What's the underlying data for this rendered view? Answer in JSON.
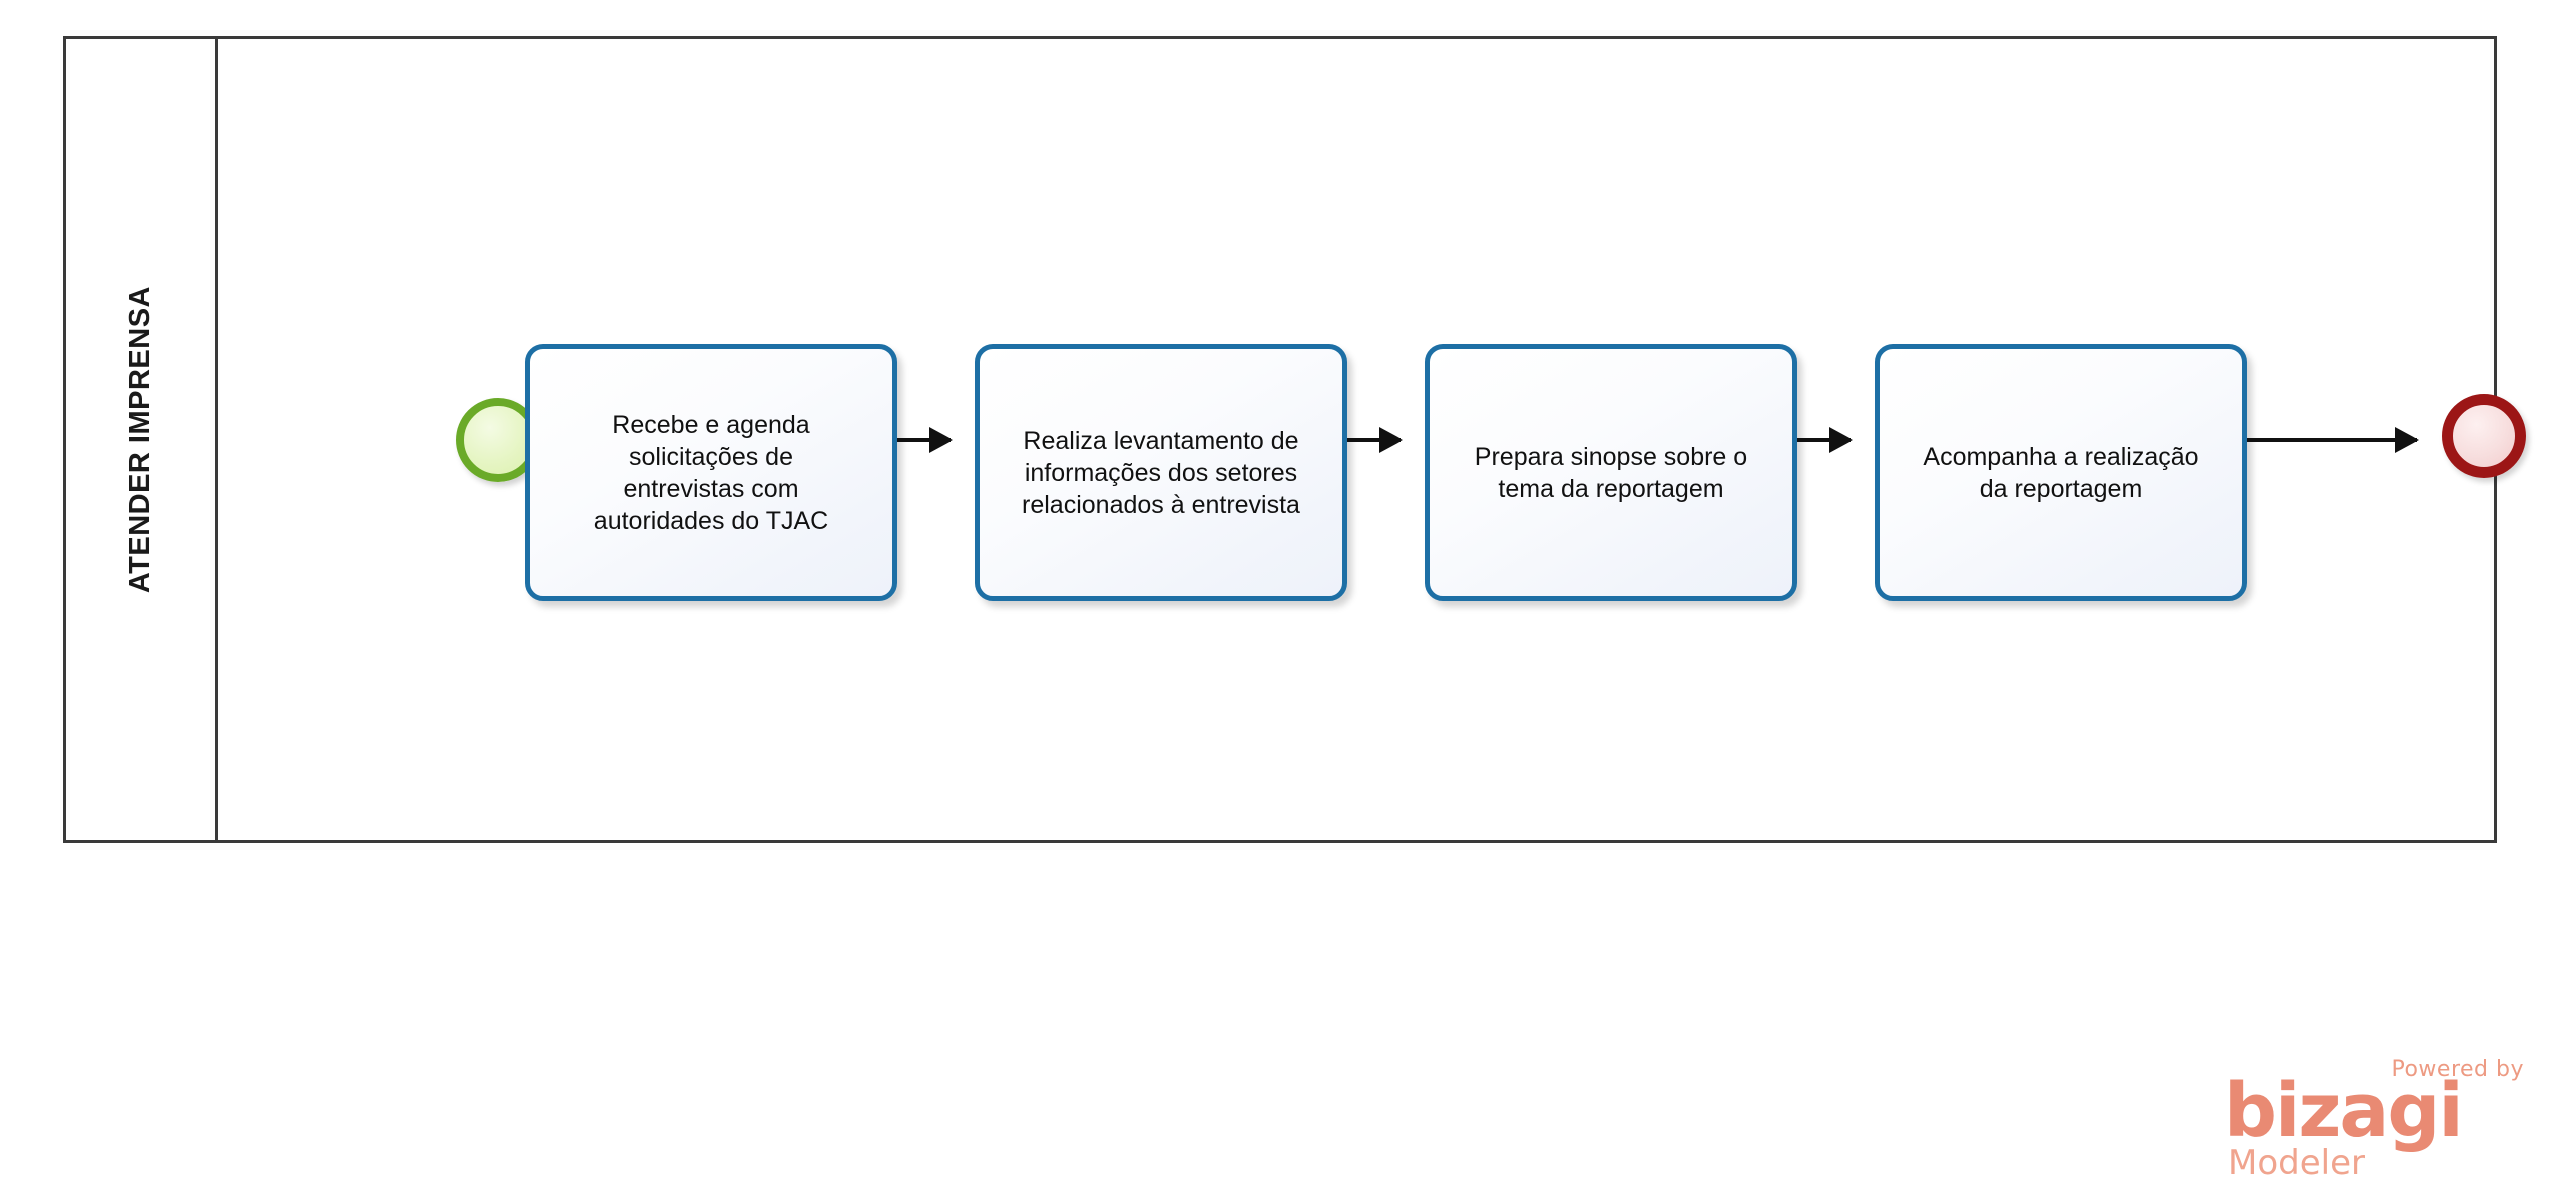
{
  "diagram": {
    "type": "bpmn-process-diagram",
    "pool": {
      "lane_label": "ATENDER IMPRENSA"
    },
    "events": [
      {
        "id": "start-event",
        "kind": "start",
        "label": "",
        "color_border": "#6aaa28",
        "color_fill": "#e6f5c4"
      },
      {
        "id": "end-event",
        "kind": "end",
        "label": "",
        "color_border": "#9c1616",
        "color_fill": "#f7dede"
      }
    ],
    "tasks": [
      {
        "id": "task-1",
        "label": "Recebe e agenda\nsolicitações de\nentrevistas com\nautoridades do TJAC"
      },
      {
        "id": "task-2",
        "label": "Realiza levantamento de\ninformações dos setores\nrelacionados à entrevista"
      },
      {
        "id": "task-3",
        "label": "Prepara sinopse sobre o\ntema da reportagem"
      },
      {
        "id": "task-4",
        "label": "Acompanha a realização\nda reportagem"
      }
    ],
    "flows": [
      {
        "id": "flow-1",
        "from": "start-event",
        "to": "task-1",
        "label": ""
      },
      {
        "id": "flow-2",
        "from": "task-1",
        "to": "task-2",
        "label": ""
      },
      {
        "id": "flow-3",
        "from": "task-2",
        "to": "task-3",
        "label": ""
      },
      {
        "id": "flow-4",
        "from": "task-3",
        "to": "task-4",
        "label": ""
      },
      {
        "id": "flow-5",
        "from": "task-4",
        "to": "end-event",
        "label": ""
      }
    ],
    "colors": {
      "task_border": "#1d6fa5",
      "task_fill": "#f2f5fb",
      "pool_border": "#3a3a3a",
      "flow_line": "#111111"
    }
  },
  "watermark": {
    "powered_by": "Powered by",
    "brand": "bizagi",
    "product": "Modeler",
    "color": "#e98a73"
  }
}
